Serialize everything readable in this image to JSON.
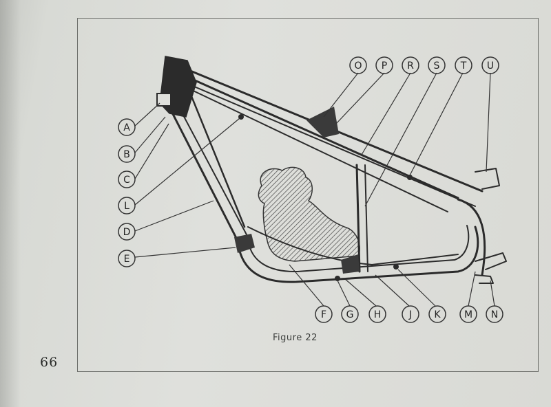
{
  "page": {
    "number": "66",
    "caption": "Figure 22"
  },
  "callouts": [
    "A",
    "B",
    "C",
    "L",
    "D",
    "E",
    "F",
    "G",
    "H",
    "J",
    "K",
    "M",
    "N",
    "O",
    "P",
    "R",
    "S",
    "T",
    "U"
  ],
  "colors": {
    "ink": "#2b2b2b",
    "paper": "#dfe0dc",
    "hatch": "#555555"
  }
}
